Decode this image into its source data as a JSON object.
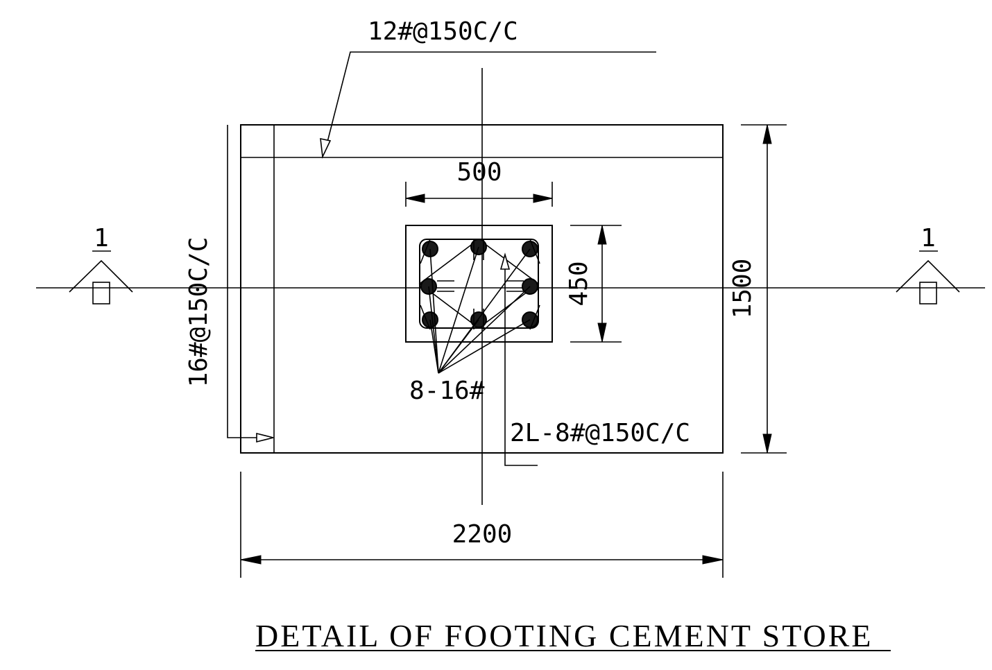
{
  "drawing": {
    "title": "DETAIL OF FOOTING CEMENT STORE",
    "dimensions": {
      "footing_width": "2200",
      "footing_length": "1500",
      "column_width": "500",
      "column_depth": "450"
    },
    "rebar": {
      "top_bars": "12#@150C/C",
      "bottom_bars": "16#@150C/C",
      "column_bars": "8-16#",
      "ties": "2L-8#@150C/C"
    },
    "section_marks": {
      "left": "1",
      "right": "1"
    }
  }
}
